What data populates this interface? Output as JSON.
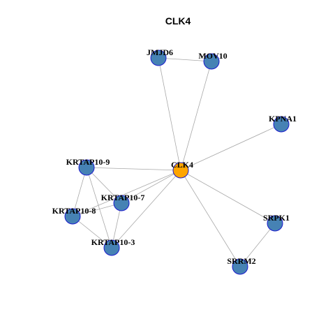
{
  "graph": {
    "title": "CLK4",
    "colors": {
      "center_fill": "#FFA500",
      "node_fill": "#4682B4",
      "node_border": "#1A1ACD",
      "edge": "#A8A8A8"
    },
    "nodes": [
      {
        "id": "CLK4",
        "label": "CLK4",
        "role": "center"
      },
      {
        "id": "JMJD6",
        "label": "JMJD6",
        "role": "neighbor"
      },
      {
        "id": "MOV10",
        "label": "MOV10",
        "role": "neighbor"
      },
      {
        "id": "KPNA1",
        "label": "KPNA1",
        "role": "neighbor"
      },
      {
        "id": "KRTAP10-9",
        "label": "KRTAP10-9",
        "role": "neighbor"
      },
      {
        "id": "KRTAP10-7",
        "label": "KRTAP10-7",
        "role": "neighbor"
      },
      {
        "id": "KRTAP10-8",
        "label": "KRTAP10-8",
        "role": "neighbor"
      },
      {
        "id": "KRTAP10-3",
        "label": "KRTAP10-3",
        "role": "neighbor"
      },
      {
        "id": "SRPK1",
        "label": "SRPK1",
        "role": "neighbor"
      },
      {
        "id": "SRRM2",
        "label": "SRRM2",
        "role": "neighbor"
      }
    ],
    "edges": [
      [
        "CLK4",
        "JMJD6"
      ],
      [
        "CLK4",
        "MOV10"
      ],
      [
        "JMJD6",
        "MOV10"
      ],
      [
        "CLK4",
        "KPNA1"
      ],
      [
        "CLK4",
        "KRTAP10-9"
      ],
      [
        "CLK4",
        "KRTAP10-7"
      ],
      [
        "CLK4",
        "KRTAP10-8"
      ],
      [
        "CLK4",
        "KRTAP10-3"
      ],
      [
        "CLK4",
        "SRPK1"
      ],
      [
        "CLK4",
        "SRRM2"
      ],
      [
        "SRPK1",
        "SRRM2"
      ],
      [
        "KRTAP10-9",
        "KRTAP10-8"
      ],
      [
        "KRTAP10-9",
        "KRTAP10-7"
      ],
      [
        "KRTAP10-9",
        "KRTAP10-3"
      ],
      [
        "KRTAP10-8",
        "KRTAP10-7"
      ],
      [
        "KRTAP10-8",
        "KRTAP10-3"
      ],
      [
        "KRTAP10-7",
        "KRTAP10-3"
      ]
    ]
  }
}
